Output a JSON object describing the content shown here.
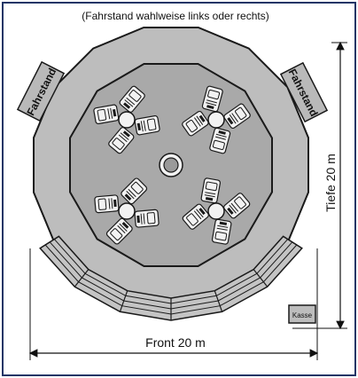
{
  "caption": "(Fahrstand wahlweise links oder rechts)",
  "labels": {
    "booth_left": "Fahrstand",
    "booth_right": "Fahrstand",
    "depth": "Tiefe 20 m",
    "front": "Front 20 m",
    "cashier": "Kasse"
  },
  "colors": {
    "frame": "#1f3566",
    "outer_ring": "#bdbdbd",
    "inner_floor": "#a9a9a9",
    "booth": "#b9b9b9",
    "stroke": "#1a1a1a",
    "car": "#f2f2f2"
  },
  "rotor_groups": 4,
  "cars_per_group": 4
}
